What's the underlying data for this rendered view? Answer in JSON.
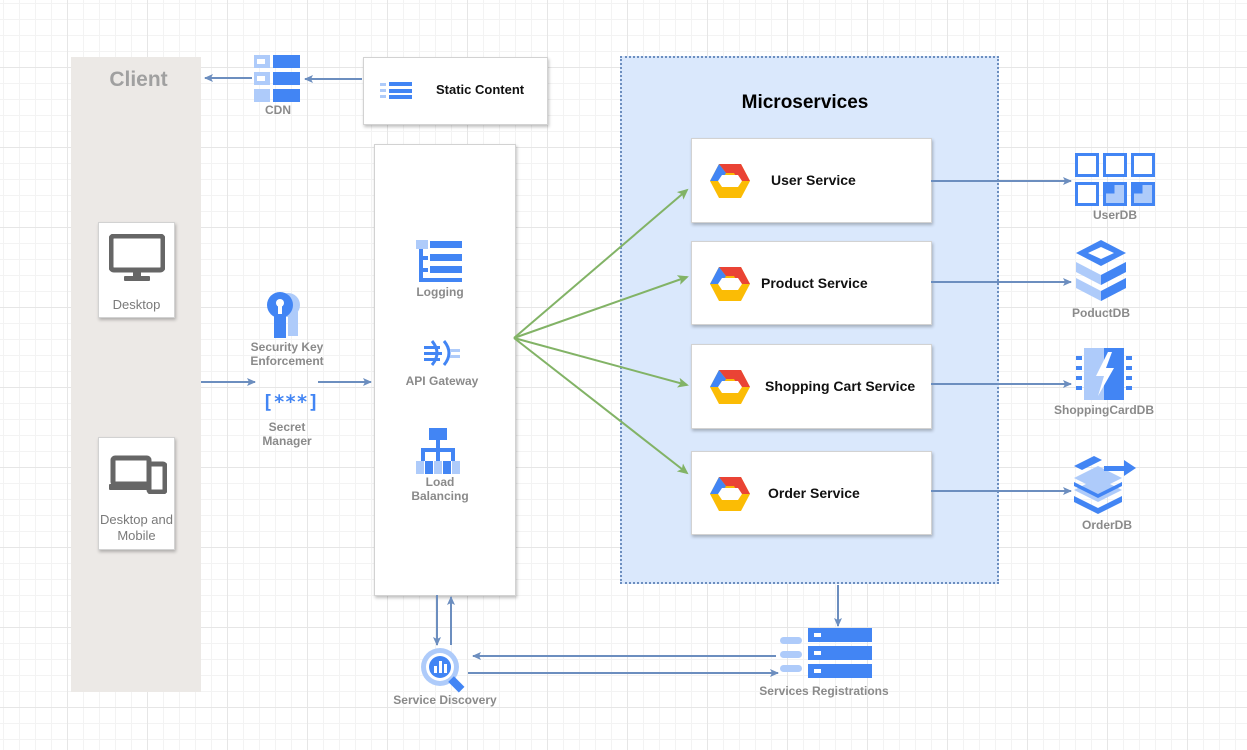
{
  "client": {
    "title": "Client",
    "desktop_label": "Desktop",
    "desktop_mobile_label": "Desktop and Mobile"
  },
  "cdn": {
    "label": "CDN"
  },
  "static_content": {
    "label": "Static Content"
  },
  "security": {
    "key_label": "Security Key Enforcement",
    "secret_label": "Secret Manager",
    "secret_glyph": "[***]"
  },
  "gateway_column": {
    "logging_label": "Logging",
    "api_gateway_label": "API Gateway",
    "load_balancing_label": "Load Balancing"
  },
  "microservices": {
    "title": "Microservices",
    "services": [
      {
        "label": "User Service"
      },
      {
        "label": "Product Service"
      },
      {
        "label": "Shopping Cart Service"
      },
      {
        "label": "Order Service"
      }
    ]
  },
  "databases": [
    {
      "label": "UserDB"
    },
    {
      "label": "PoductDB"
    },
    {
      "label": "ShoppingCardDB"
    },
    {
      "label": "OrderDB"
    }
  ],
  "service_discovery": {
    "label": "Service Discovery"
  },
  "services_registrations": {
    "label": "Services Registrations"
  },
  "colors": {
    "blue_dark": "#4285f4",
    "blue_light": "#aecbfa",
    "arrow_blue": "#6c8ebf",
    "arrow_green": "#82b366",
    "microservices_bg": "#dae8fc",
    "client_bg": "#ece9e6",
    "icon_gray": "#666666"
  },
  "icons": [
    "server-stack-icon",
    "list-icon",
    "monitor-icon",
    "devices-icon",
    "key-icon",
    "logging-icon",
    "api-gateway-icon",
    "load-balancer-icon",
    "gcp-hexagon-icon",
    "bigtable-icon",
    "datastore-icon",
    "memorystore-icon",
    "dataflow-icon",
    "search-icon",
    "registry-icon"
  ]
}
